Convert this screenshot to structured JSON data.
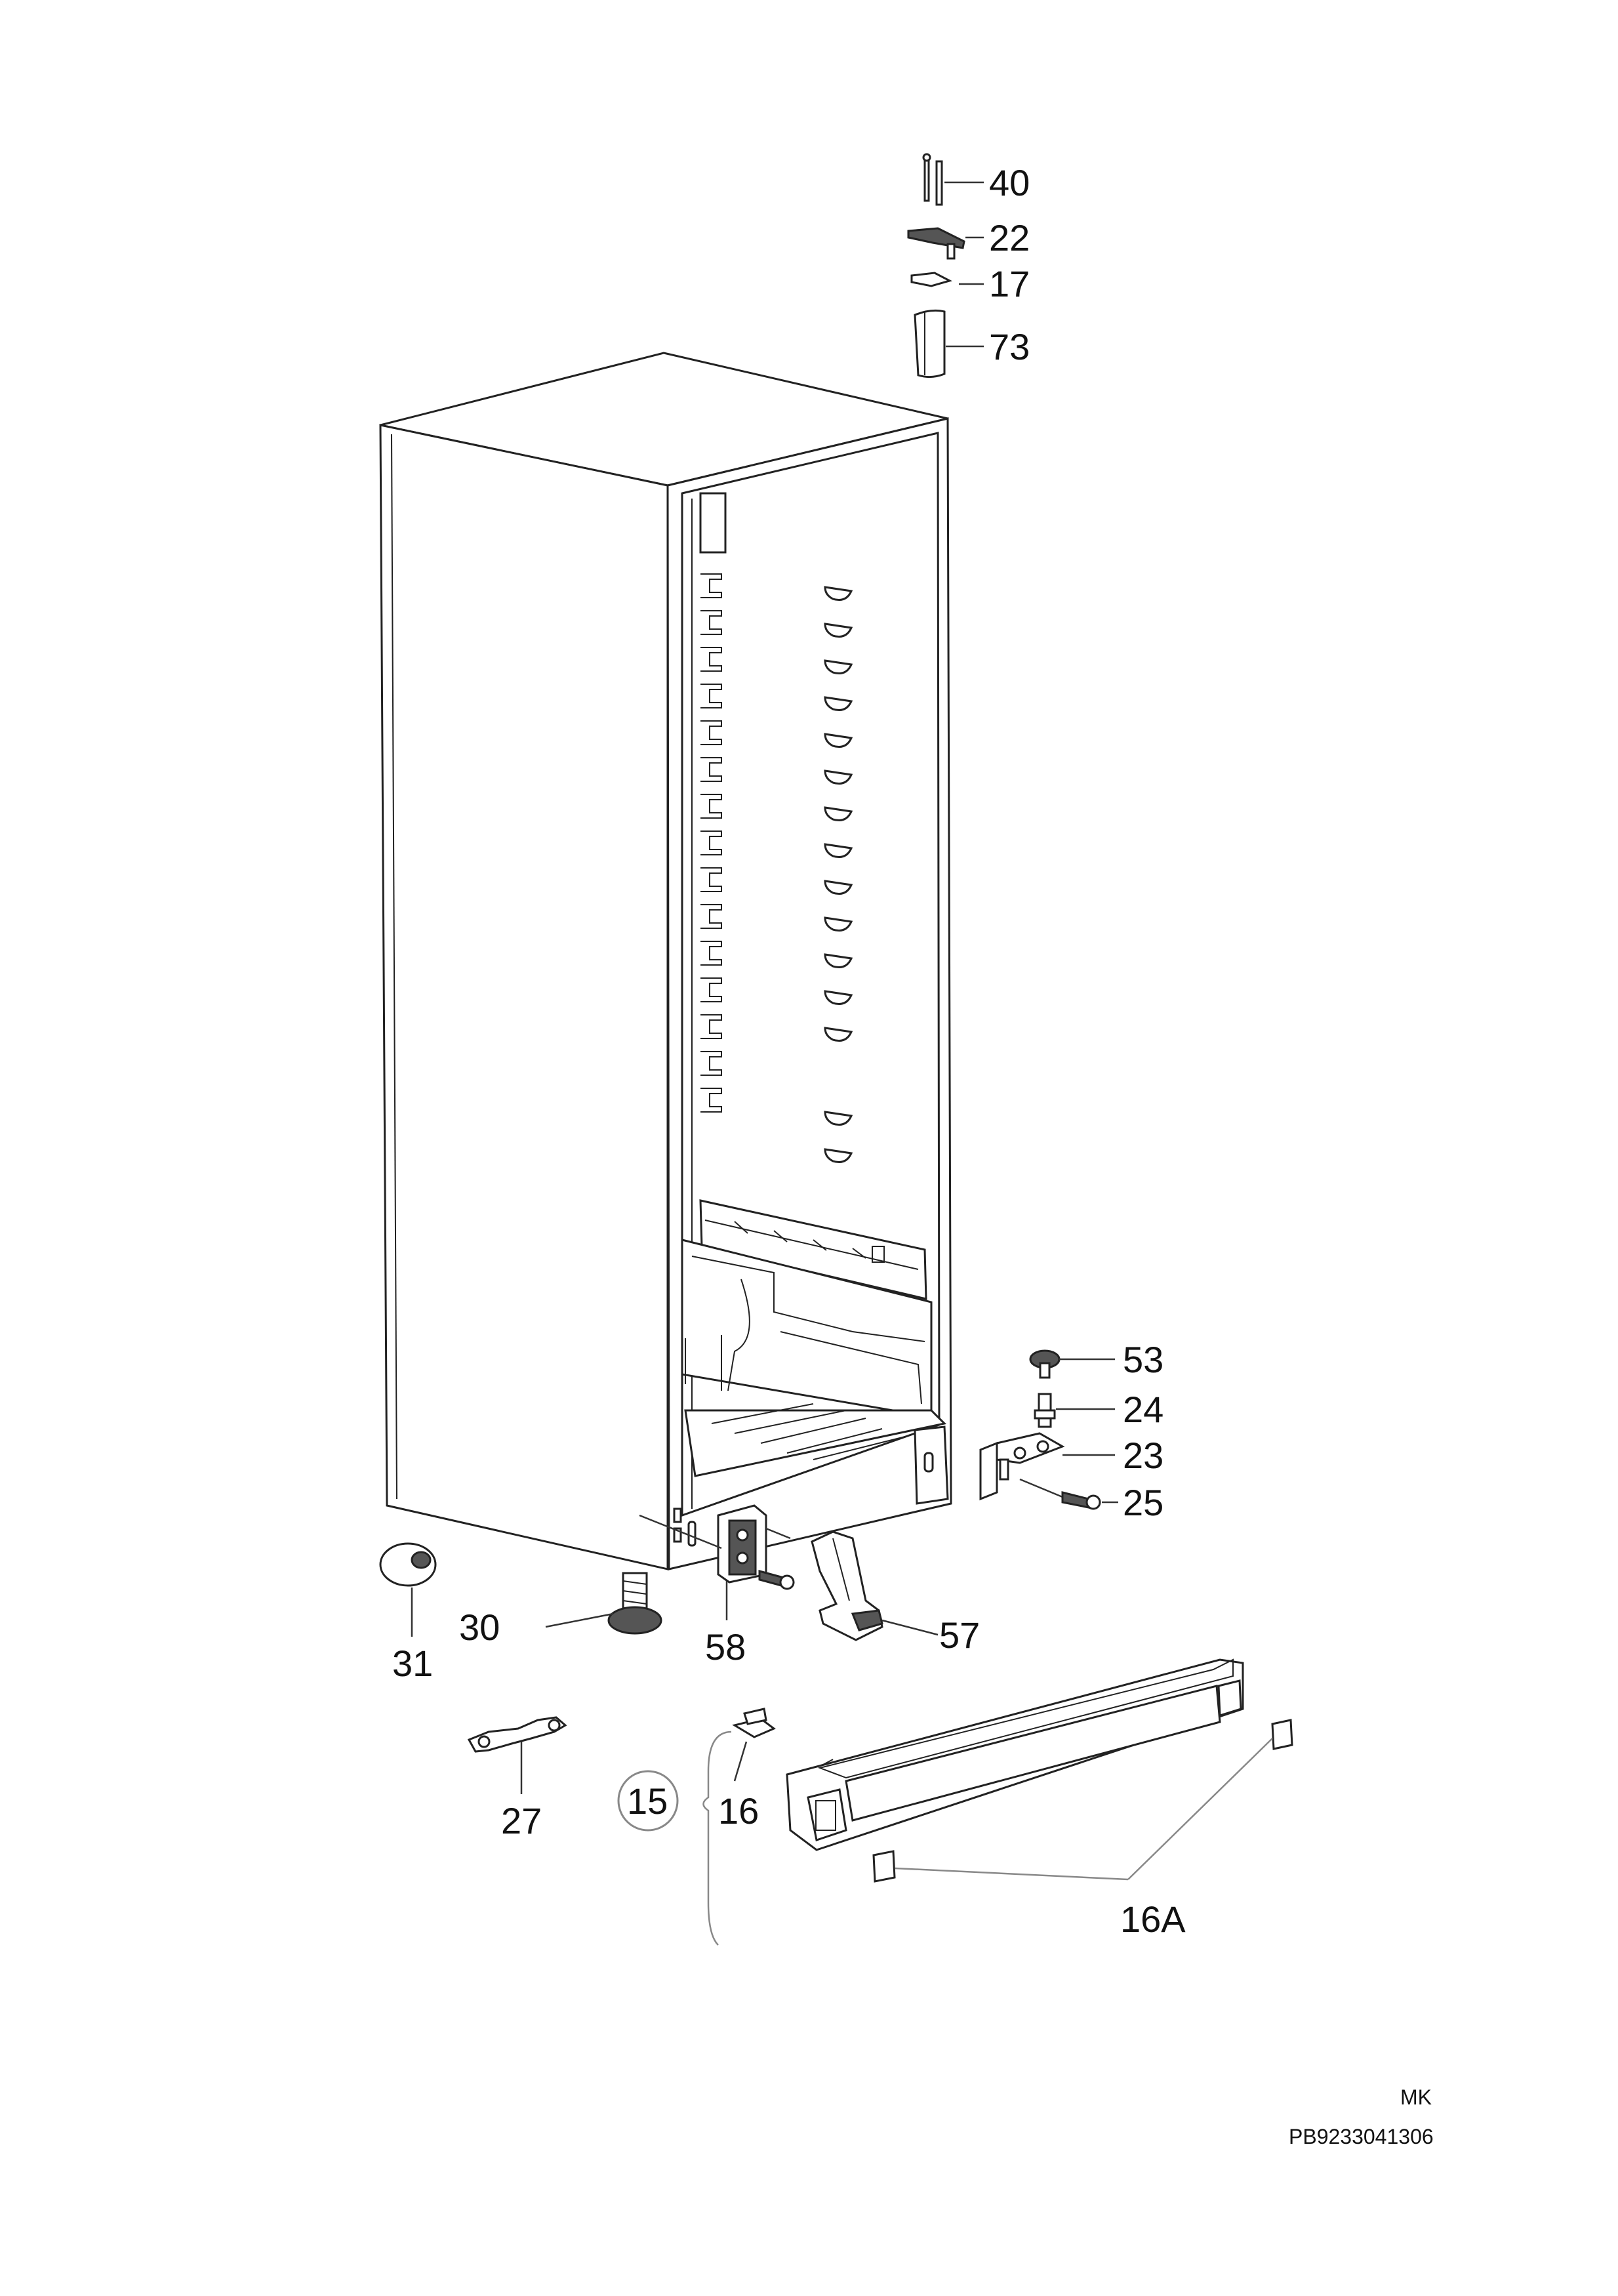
{
  "labels": {
    "p40": "40",
    "p22": "22",
    "p17": "17",
    "p73": "73",
    "p53": "53",
    "p24": "24",
    "p23": "23",
    "p25": "25",
    "p31": "31",
    "p30": "30",
    "p58": "58",
    "p57": "57",
    "p27": "27",
    "p15": "15",
    "p16": "16",
    "p16A": "16A"
  },
  "footer": {
    "code": "MK",
    "drawing_number": "PB9233041306"
  },
  "colors": {
    "line": "#222222",
    "background": "#ffffff"
  }
}
